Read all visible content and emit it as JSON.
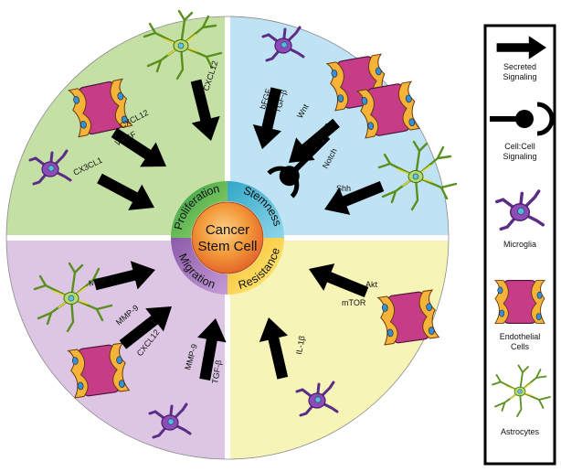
{
  "center": {
    "line1": "Cancer",
    "line2": "Stem Cell"
  },
  "quadrants": {
    "proliferation": {
      "label": "Proliferation",
      "color": "#c5e0a5",
      "signals": {
        "cxcl12_top": "CXCL12",
        "cxcl12_mid": "CXCL12",
        "vegf": "VEGF",
        "cx3cl1": "CX3CL1"
      }
    },
    "stemness": {
      "label": "Stemness",
      "color": "#bfe3f4",
      "signals": {
        "bfgf": "bFGF",
        "tgfb": "TGF-β",
        "wnt": "Wnt",
        "tgfb2": "TGF-β",
        "notch": "Notch",
        "shh": "Shh"
      }
    },
    "migration": {
      "label": "Migration",
      "color": "#dcc6e4",
      "signals": {
        "mmp2": "MMP-2",
        "mmp9_a": "MMP-9",
        "cxcl12": "CXCL12",
        "mmp9_b": "MMP-9",
        "tgfb": "TGF-β"
      }
    },
    "resistance": {
      "label": "Resistance",
      "color": "#f7f4b8",
      "signals": {
        "akt": "Akt",
        "mtor": "mTOR",
        "il1b": "IL-1β"
      }
    }
  },
  "legend": {
    "secreted_l1": "Secreted",
    "secreted_l2": "Signaling",
    "cellcell_l1": "Cell:Cell",
    "cellcell_l2": "Signaling",
    "microglia": "Microglia",
    "endothelial_l1": "Endothelial",
    "endothelial_l2": "Cells",
    "astrocytes": "Astrocytes"
  }
}
